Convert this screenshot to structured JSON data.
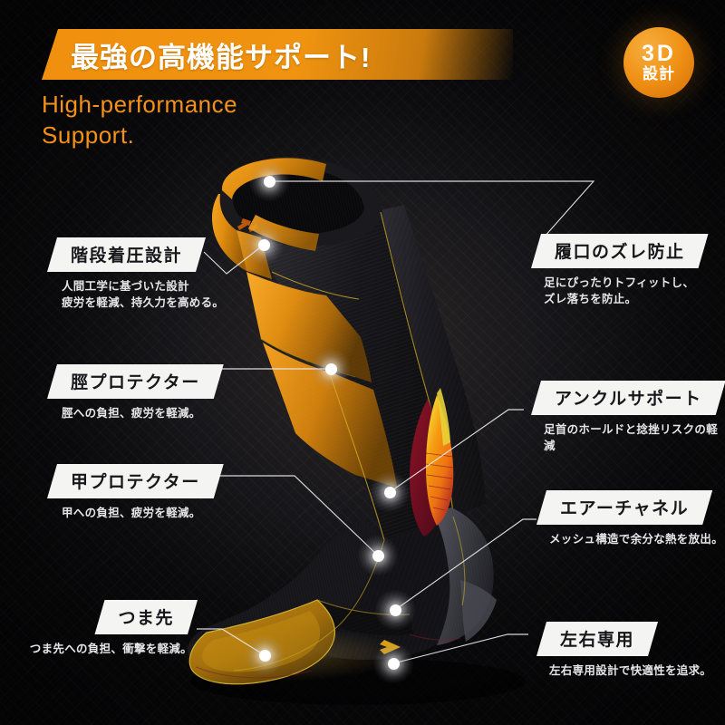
{
  "header": {
    "banner_title": "最強の高機能サポート!",
    "subtitle_line1": "High-performance",
    "subtitle_line2": "Support.",
    "badge_main": "3D",
    "badge_sub": "設計"
  },
  "colors": {
    "accent_orange": "#f0900e",
    "subtitle_orange": "#f4911a",
    "tag_bg": "#f4f4f3",
    "tag_text": "#17171a",
    "background": "#0a0a0b",
    "connector": "#e9e9ec",
    "hotspot": "#ffffff"
  },
  "callouts": [
    {
      "id": "cuff-slip-prevention",
      "side": "right",
      "title": "履口のズレ防止",
      "desc_line1": "足にぴったりトフィットし、",
      "desc_line2": "ズレ落ちを防止。"
    },
    {
      "id": "graduated-compression",
      "side": "left",
      "title": "階段着圧設計",
      "desc_line1": "人間工学に基づいた設計",
      "desc_line2": "疲労を軽減、持久力を高める。"
    },
    {
      "id": "shin-protector",
      "side": "left",
      "title": "脛プロテクター",
      "desc_line1": "脛への負担、疲労を軽減。",
      "desc_line2": ""
    },
    {
      "id": "ankle-support",
      "side": "right",
      "title": "アンクルサポート",
      "desc_line1": "足首のホールドと捻挫リスクの軽減",
      "desc_line2": ""
    },
    {
      "id": "instep-protector",
      "side": "left",
      "title": "甲プロテクター",
      "desc_line1": "甲への負担、疲労を軽減。",
      "desc_line2": ""
    },
    {
      "id": "air-channel",
      "side": "right",
      "title": "エアーチャネル",
      "desc_line1": "メッシュ構造で余分な熱を放出。",
      "desc_line2": ""
    },
    {
      "id": "toe",
      "side": "left",
      "title": "つま先",
      "desc_line1": "つま先への負担、衝撃を軽減。",
      "desc_line2": ""
    },
    {
      "id": "left-right-specific",
      "side": "right",
      "title": "左右専用",
      "desc_line1": "左右専用設計で快適性を追求。",
      "desc_line2": ""
    }
  ],
  "product": {
    "name": "compression-sock",
    "alt": "3D knitted high-performance compression sock"
  }
}
